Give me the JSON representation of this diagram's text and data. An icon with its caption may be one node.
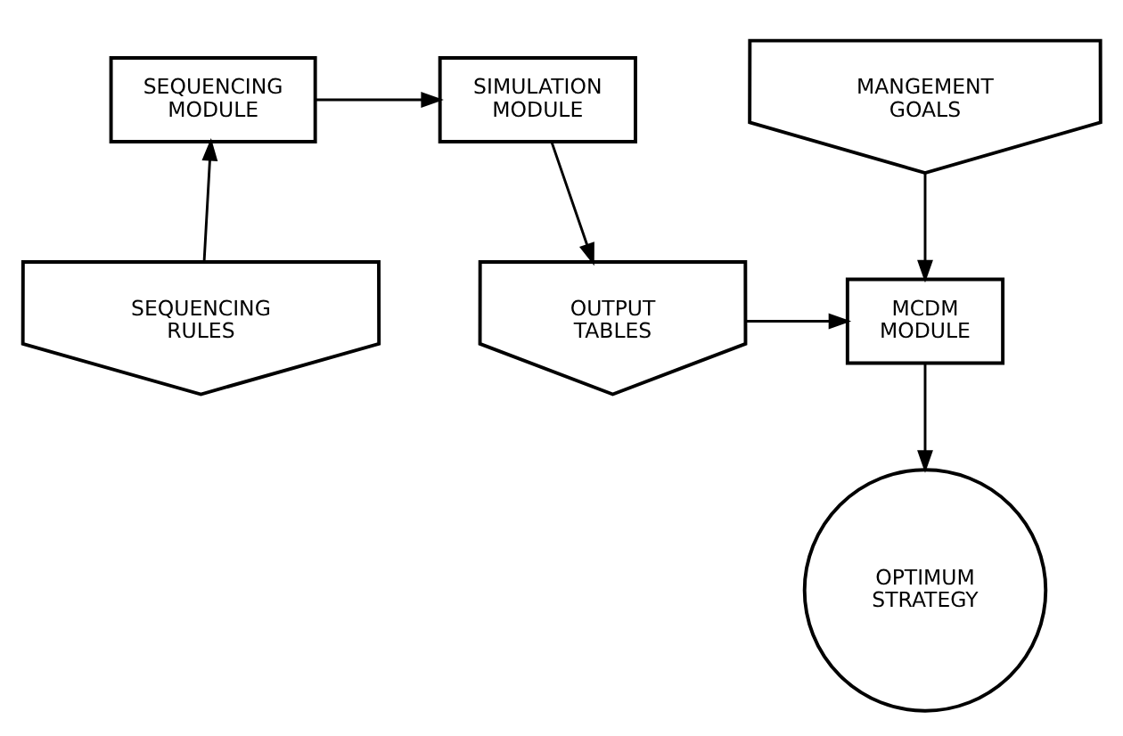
{
  "diagram": {
    "nodes": [
      {
        "text": [
          "SEQUENCING MODULE"
        ]
      },
      {
        "text": [
          "SIMULATION MODULE"
        ]
      },
      {
        "text": [
          "SEQUENCING RULES"
        ]
      },
      {
        "text": [
          "MCDM MODULE"
        ]
      },
      {
        "text": [
          "OUTPUT TABLES"
        ]
      },
      {
        "text": [
          "MANGEMENT GOALS"
        ]
      },
      {
        "text": [
          "OPTIMUM STRATEGY"
        ]
      }
    ],
    "edges": [
      {
        "from": 2,
        "to": 0,
        "arrow": "to"
      },
      {
        "from": 0,
        "to": 1,
        "arrow": "to"
      },
      {
        "from": 1,
        "to": 4,
        "arrow": "to"
      },
      {
        "from": 4,
        "to": 3,
        "arrow": "to"
      },
      {
        "from": 5,
        "to": 3,
        "arrow": "to"
      },
      {
        "from": 3,
        "to": 6,
        "arrow": "to"
      }
    ]
  }
}
